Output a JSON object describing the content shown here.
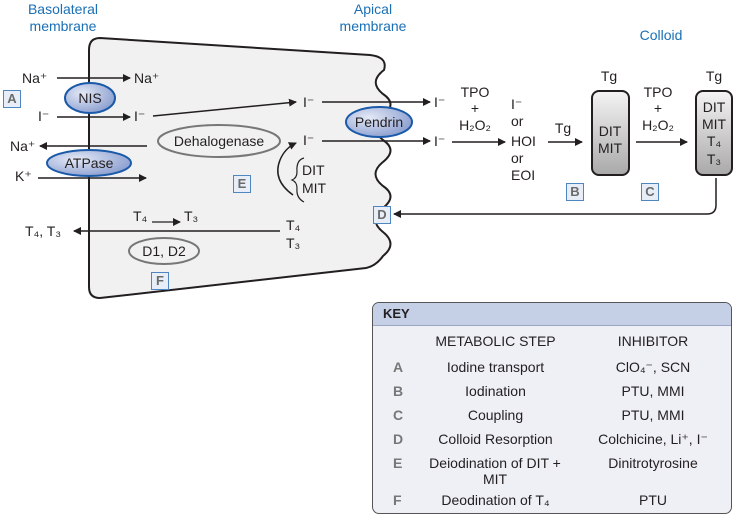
{
  "labels": {
    "basolateral": [
      "Basolateral",
      "membrane"
    ],
    "apical": [
      "Apical",
      "membrane"
    ],
    "colloid": "Colloid"
  },
  "transporters": {
    "nis": "NIS",
    "atpase": "ATPase",
    "pendrin": "Pendrin",
    "dehalogenase": "Dehalogenase",
    "deiodinases": "D1, D2"
  },
  "ions": {
    "na_out": "Na⁺",
    "na_in": "Na⁺",
    "i_out": "I⁻",
    "i_in": "I⁻",
    "na_exit": "Na⁺",
    "k_in": "K⁺",
    "i_mid_top": "I⁻",
    "i_mid_bottom": "I⁻",
    "i_apical_top": "I⁻",
    "i_apical_bottom": "I⁻"
  },
  "recycle": [
    "DIT",
    "MIT"
  ],
  "oxidation": {
    "enzyme": [
      "TPO",
      "+",
      "H₂O₂"
    ],
    "products": [
      "I⁻",
      "or",
      "HOI",
      "or",
      "EOI"
    ],
    "tg_arrow": "Tg"
  },
  "tg_box1": {
    "title": "Tg",
    "contents": [
      "DIT",
      "MIT"
    ]
  },
  "coupling": [
    "TPO",
    "+",
    "H₂O₂"
  ],
  "tg_box2": {
    "title": "Tg",
    "contents": [
      "DIT",
      "MIT",
      "T₄",
      "T₃"
    ]
  },
  "hormones": {
    "conversion_from": "T₄",
    "conversion_to": "T₃",
    "released": [
      "T₄",
      "T₃"
    ],
    "exit": "T₄, T₃"
  },
  "badges": {
    "A": "A",
    "B": "B",
    "C": "C",
    "D": "D",
    "E": "E",
    "F": "F"
  },
  "key": {
    "title": "KEY",
    "col_step": "METABOLIC STEP",
    "col_inhibitor": "INHIBITOR",
    "rows": [
      {
        "letter": "A",
        "step": "Iodine transport",
        "inhibitor": "ClO₄⁻, SCN"
      },
      {
        "letter": "B",
        "step": "Iodination",
        "inhibitor": "PTU, MMI"
      },
      {
        "letter": "C",
        "step": "Coupling",
        "inhibitor": "PTU, MMI"
      },
      {
        "letter": "D",
        "step": "Colloid Resorption",
        "inhibitor": "Colchicine, Li⁺, I⁻"
      },
      {
        "letter": "E",
        "step": "Deiodination of DIT + MIT",
        "inhibitor": "Dinitrotyrosine"
      },
      {
        "letter": "F",
        "step": "Deodination of T₄",
        "inhibitor": "PTU"
      }
    ]
  },
  "colors": {
    "label_blue": "#1a6fb5",
    "transporter_fill": "#9fb0da",
    "cell_fill": "#f1f1f2",
    "badge_border": "#4f86c0"
  }
}
